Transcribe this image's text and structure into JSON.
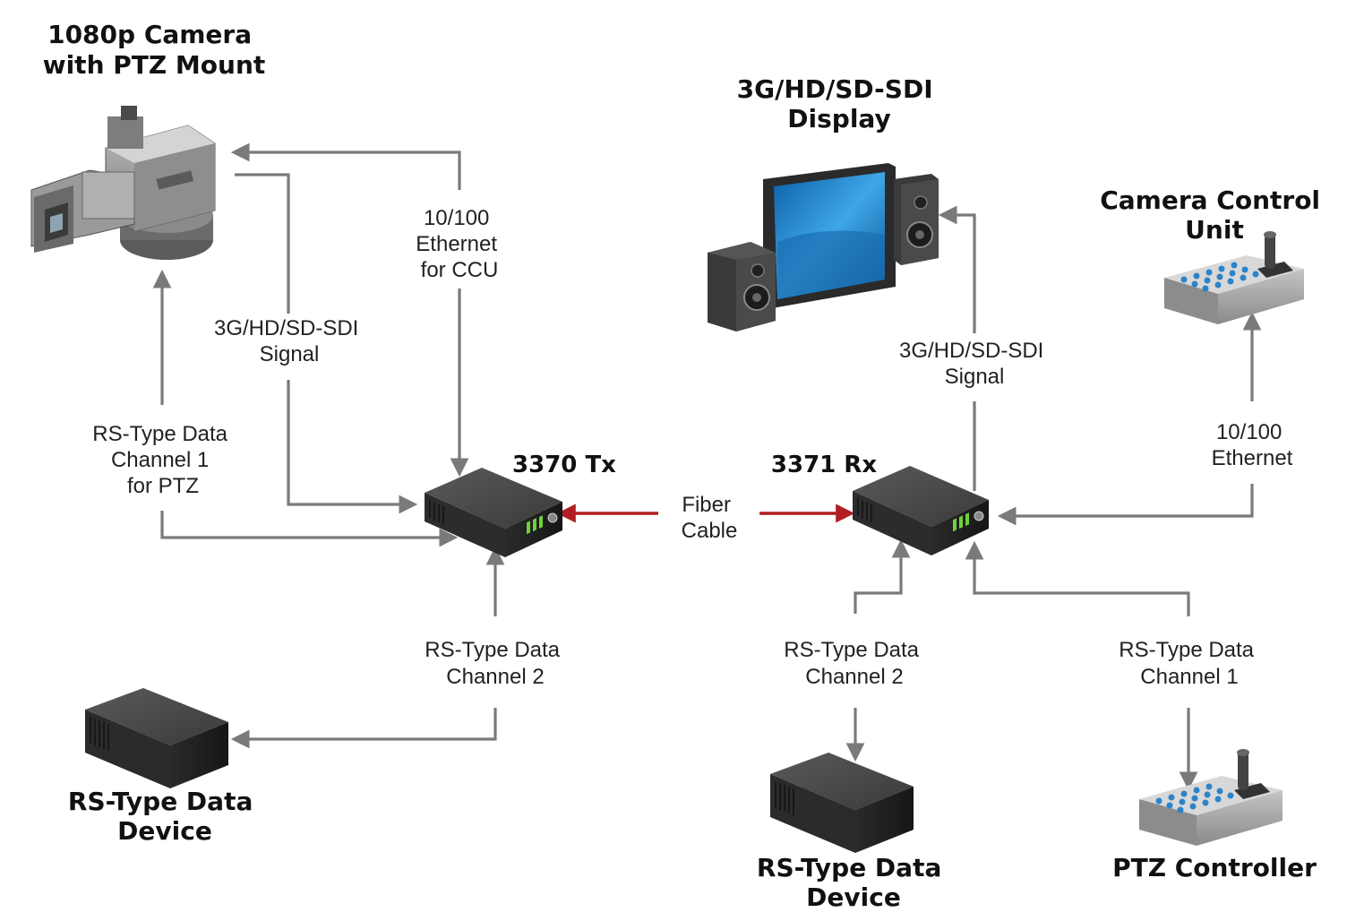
{
  "nodes": {
    "camera": [
      "1080p Camera",
      "with PTZ Mount"
    ],
    "display": [
      "3G/HD/SD-SDI",
      "Display"
    ],
    "ccu": [
      "Camera Control",
      "Unit"
    ],
    "tx": "3370 Tx",
    "rx": "3371 Rx",
    "rs_device_left": [
      "RS-Type Data",
      "Device"
    ],
    "rs_device_right": [
      "RS-Type Data",
      "Device"
    ],
    "ptz_controller": "PTZ Controller"
  },
  "edges": {
    "ethernet_ccu": [
      "10/100",
      "Ethernet",
      "for CCU"
    ],
    "sdi_signal_left": [
      "3G/HD/SD-SDI",
      "Signal"
    ],
    "rs_ch1_ptz": [
      "RS-Type Data",
      "Channel 1",
      "for PTZ"
    ],
    "rs_ch2_left": [
      "RS-Type Data",
      "Channel 2"
    ],
    "fiber": [
      "Fiber",
      "Cable"
    ],
    "sdi_signal_right": [
      "3G/HD/SD-SDI",
      "Signal"
    ],
    "ethernet_right": [
      "10/100",
      "Ethernet"
    ],
    "rs_ch2_right": [
      "RS-Type Data",
      "Channel 2"
    ],
    "rs_ch1_right": [
      "RS-Type Data",
      "Channel 1"
    ]
  },
  "colors": {
    "connector": "#7a7a7a",
    "fiber": "#b01e23",
    "screen": "#1f7fc4",
    "led": "#6fd13a"
  }
}
